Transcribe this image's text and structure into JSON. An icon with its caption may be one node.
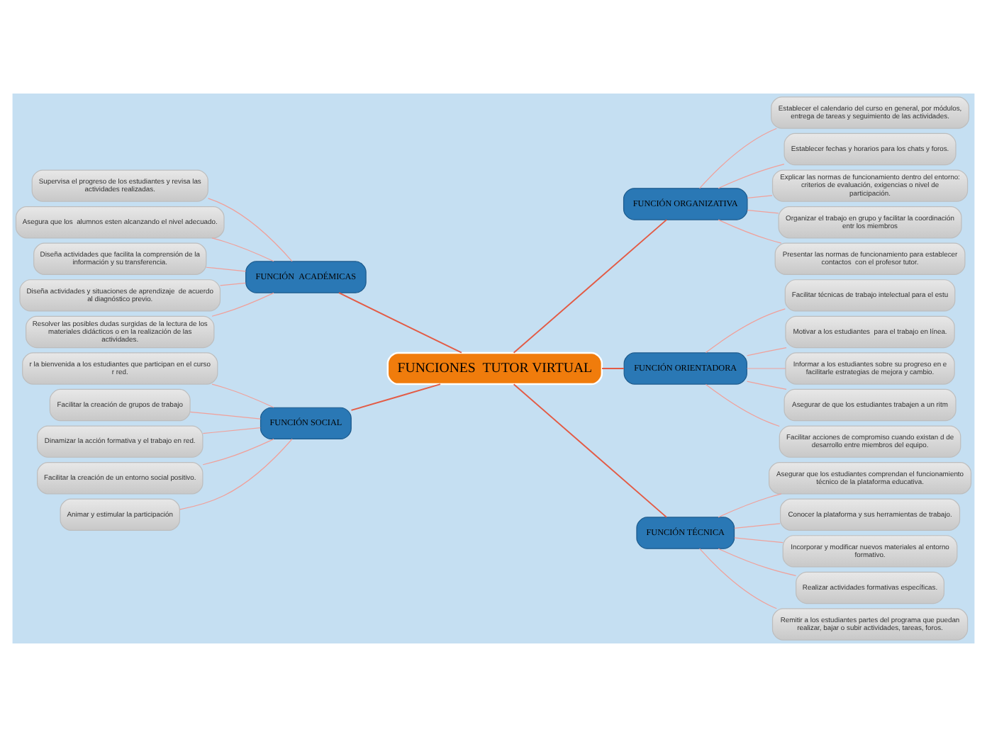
{
  "diagram": {
    "nodes": [
      {
        "text": [
          "FUNCIONES  TUTOR VIRTUAL"
        ]
      },
      {
        "text": [
          "FUNCIÓN  ACADÉMICAS"
        ]
      },
      {
        "text": [
          "Supervisa el progreso de los estudiantes y revisa las actividades realizadas."
        ]
      },
      {
        "text": [
          "Asegura que los  alumnos esten alcanzando el nivel adecuado."
        ]
      },
      {
        "text": [
          "Diseña actividades que facilita la comprensión de la información y su transferencia."
        ]
      },
      {
        "text": [
          "Diseña actividades y situaciones de aprendizaje  de acuerdo al diagnóstico previo."
        ]
      },
      {
        "text": [
          "Resolver las posibles dudas surgidas de la lectura de los materiales didácticos o en la realización de las actividades."
        ]
      },
      {
        "text": [
          "FUNCIÓN SOCIAL"
        ]
      },
      {
        "text": [
          "r la bienvenida a los estudiantes que participan en el curso r red."
        ]
      },
      {
        "text": [
          "Facilitar la creación de grupos de trabajo"
        ]
      },
      {
        "text": [
          "Dinamizar la acción formativa y el trabajo en red."
        ]
      },
      {
        "text": [
          "Facilitar la creación de un entorno social positivo."
        ]
      },
      {
        "text": [
          "Animar y estimular la participación"
        ]
      },
      {
        "text": [
          "FUNCIÓN ORGANIZATIVA"
        ]
      },
      {
        "text": [
          "Establecer el calendario del curso en general, por módulos, entrega de tareas y seguimiento de las actividades."
        ]
      },
      {
        "text": [
          "Establecer fechas y horarios para los chats y foros."
        ]
      },
      {
        "text": [
          "Explicar las normas de funcionamiento dentro del entorno: criterios de evaluación, exigencias o nivel de participación."
        ]
      },
      {
        "text": [
          "Organizar el trabajo en grupo y facilitar la coordinación entr los miembros"
        ]
      },
      {
        "text": [
          "Presentar las normas de funcionamiento para establecer contactos  con el profesor tutor."
        ]
      },
      {
        "text": [
          "FUNCIÓN ORIENTADORA"
        ]
      },
      {
        "text": [
          "Facilitar técnicas de trabajo intelectual para el estu"
        ]
      },
      {
        "text": [
          "Motivar a los estudiantes  para el trabajo en línea."
        ]
      },
      {
        "text": [
          "Informar a los estudiantes sobre su progreso en e facilitarle estrategias de mejora y cambio."
        ]
      },
      {
        "text": [
          "Asegurar de que los estudiantes trabajen a un ritm"
        ]
      },
      {
        "text": [
          "Facilitar acciones de compromiso cuando existan d de desarrollo entre miembros del equipo."
        ]
      },
      {
        "text": [
          "FUNCIÓN TÉCNICA"
        ]
      },
      {
        "text": [
          "Asegurar que los estudiantes comprendan el funcionamiento técnico de la plataforma educativa."
        ]
      },
      {
        "text": [
          "Conocer la plataforma y sus herramientas de trabajo."
        ]
      },
      {
        "text": [
          "Incorporar y modificar nuevos materiales al entorno formativo."
        ]
      },
      {
        "text": [
          "Realizar actividades formativas específicas."
        ]
      },
      {
        "text": [
          "Remitir a los estudiantes partes del programa que puedan realizar, bajar o subir actividades, tareas, foros."
        ]
      }
    ],
    "edges": [
      {
        "from": 0,
        "to": 1,
        "arrow": "none",
        "color": "#e35b45"
      },
      {
        "from": 1,
        "to": 2,
        "arrow": "none"
      },
      {
        "from": 1,
        "to": 3,
        "arrow": "none"
      },
      {
        "from": 1,
        "to": 4,
        "arrow": "none"
      },
      {
        "from": 1,
        "to": 5,
        "arrow": "none"
      },
      {
        "from": 1,
        "to": 6,
        "arrow": "none"
      },
      {
        "from": 0,
        "to": 7,
        "arrow": "none",
        "color": "#e35b45"
      },
      {
        "from": 7,
        "to": 8,
        "arrow": "none"
      },
      {
        "from": 7,
        "to": 9,
        "arrow": "none"
      },
      {
        "from": 7,
        "to": 10,
        "arrow": "none"
      },
      {
        "from": 7,
        "to": 11,
        "arrow": "none"
      },
      {
        "from": 7,
        "to": 12,
        "arrow": "none"
      },
      {
        "from": 0,
        "to": 13,
        "arrow": "none",
        "color": "#e35b45"
      },
      {
        "from": 13,
        "to": 14,
        "arrow": "none"
      },
      {
        "from": 13,
        "to": 15,
        "arrow": "none"
      },
      {
        "from": 13,
        "to": 16,
        "arrow": "none"
      },
      {
        "from": 13,
        "to": 17,
        "arrow": "none"
      },
      {
        "from": 13,
        "to": 18,
        "arrow": "none"
      },
      {
        "from": 0,
        "to": 19,
        "arrow": "none",
        "color": "#e35b45"
      },
      {
        "from": 19,
        "to": 20,
        "arrow": "none"
      },
      {
        "from": 19,
        "to": 21,
        "arrow": "none"
      },
      {
        "from": 19,
        "to": 22,
        "arrow": "none"
      },
      {
        "from": 19,
        "to": 23,
        "arrow": "none"
      },
      {
        "from": 19,
        "to": 24,
        "arrow": "none"
      },
      {
        "from": 0,
        "to": 25,
        "arrow": "none",
        "color": "#e35b45"
      },
      {
        "from": 25,
        "to": 26,
        "arrow": "none"
      },
      {
        "from": 25,
        "to": 27,
        "arrow": "none"
      },
      {
        "from": 25,
        "to": 28,
        "arrow": "none"
      },
      {
        "from": 25,
        "to": 29,
        "arrow": "none"
      },
      {
        "from": 25,
        "to": 30,
        "arrow": "none"
      }
    ]
  }
}
